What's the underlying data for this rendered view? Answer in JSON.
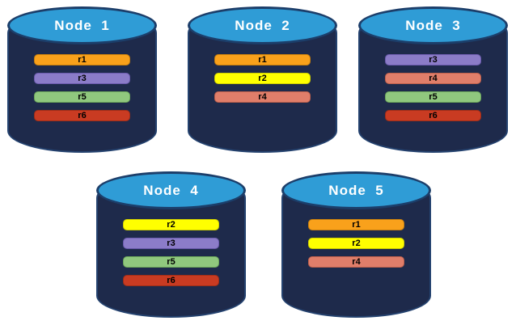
{
  "palette": {
    "background": "#FFFFFF",
    "cylinder_body": "#1E2A4B",
    "cylinder_body_border": "#24426F",
    "cylinder_top": "#2F9CD6",
    "cylinder_top_border": "#1C3E6A",
    "node_title_color": "#FFFFFF",
    "replica_label_color": "#000000"
  },
  "replica_colors": {
    "r1": {
      "fill": "#F9A11B",
      "border": "#C77F0E"
    },
    "r2": {
      "fill": "#FFFF00",
      "border": "#CFCF00"
    },
    "r3": {
      "fill": "#8B7CC8",
      "border": "#6B5BAD"
    },
    "r4": {
      "fill": "#E07E6A",
      "border": "#BE604C"
    },
    "r5": {
      "fill": "#90C87E",
      "border": "#6DA75B"
    },
    "r6": {
      "fill": "#C93B22",
      "border": "#9E2D18"
    }
  },
  "nodes": [
    {
      "title": "Node  1",
      "replicas": [
        "r1",
        "r3",
        "r5",
        "r6"
      ]
    },
    {
      "title": "Node  2",
      "replicas": [
        "r1",
        "r2",
        "r4"
      ]
    },
    {
      "title": "Node  3",
      "replicas": [
        "r3",
        "r4",
        "r5",
        "r6"
      ]
    },
    {
      "title": "Node  4",
      "replicas": [
        "r2",
        "r3",
        "r5",
        "r6"
      ]
    },
    {
      "title": "Node  5",
      "replicas": [
        "r1",
        "r2",
        "r4"
      ]
    }
  ]
}
